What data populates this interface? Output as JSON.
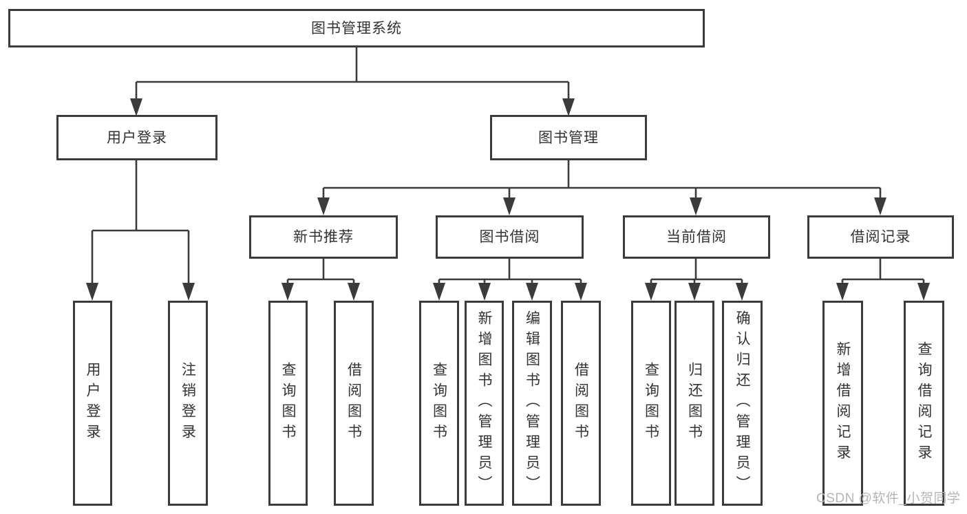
{
  "colors": {
    "line": "#3b3b3b",
    "text": "#333333",
    "box_fill": "#ffffff",
    "background": "#ffffff",
    "watermark": "#b5b5b5"
  },
  "nodes": {
    "root": {
      "label": "图书管理系统"
    },
    "user_login_group": {
      "label": "用户登录"
    },
    "book_mgmt_group": {
      "label": "图书管理"
    },
    "new_book_rec": {
      "label": "新书推荐"
    },
    "book_borrow": {
      "label": "图书借阅"
    },
    "current_borrow": {
      "label": "当前借阅"
    },
    "borrow_record": {
      "label": "借阅记录"
    },
    "user_login": {
      "label": "用户登录"
    },
    "logout": {
      "label": "注销登录"
    },
    "query_book_rec": {
      "label": "查询图书"
    },
    "borrow_book_rec": {
      "label": "借阅图书"
    },
    "query_book_borrow": {
      "label": "查询图书"
    },
    "add_book_admin": {
      "label": "新增图书（管理员）"
    },
    "edit_book_admin": {
      "label": "编辑图书（管理员）"
    },
    "borrow_book_borrow": {
      "label": "借阅图书"
    },
    "query_book_current": {
      "label": "查询图书"
    },
    "return_book": {
      "label": "归还图书"
    },
    "confirm_return_admin": {
      "label": "确认归还（管理员）"
    },
    "add_borrow_record": {
      "label": "新增借阅记录"
    },
    "query_borrow_record": {
      "label": "查询借阅记录"
    }
  },
  "watermark": {
    "text": "CSDN @软件_小贺同学"
  }
}
